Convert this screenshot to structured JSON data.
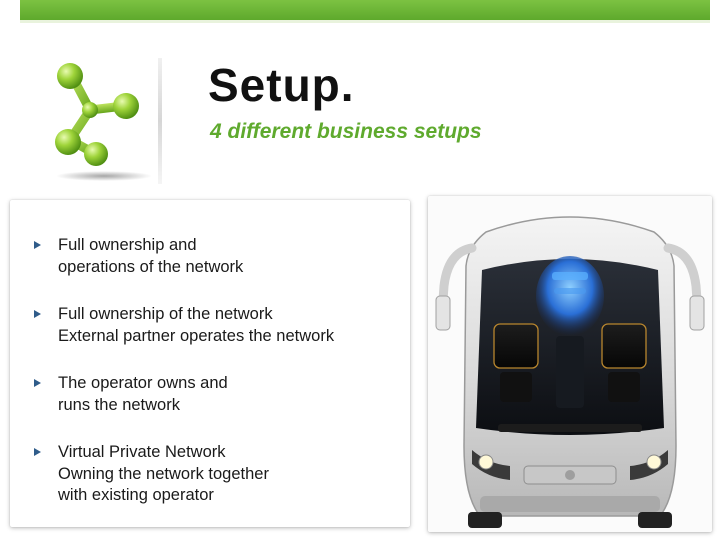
{
  "slide": {
    "title": "Setup.",
    "subtitle": "4 different business setups"
  },
  "bullets": [
    {
      "lines": [
        "Full ownership and",
        "operations of the network"
      ]
    },
    {
      "lines": [
        "Full ownership of the network",
        "External partner operates the network"
      ]
    },
    {
      "lines": [
        "The operator owns and",
        "runs the network"
      ]
    },
    {
      "lines": [
        "Virtual Private Network",
        "Owning the network together",
        "with existing operator"
      ]
    }
  ],
  "colors": {
    "accent_green": "#5faa2e",
    "bullet_blue": "#2f5c8a"
  },
  "icons": {
    "logo": "molecule-logo-icon",
    "bullet": "play-triangle-icon"
  }
}
